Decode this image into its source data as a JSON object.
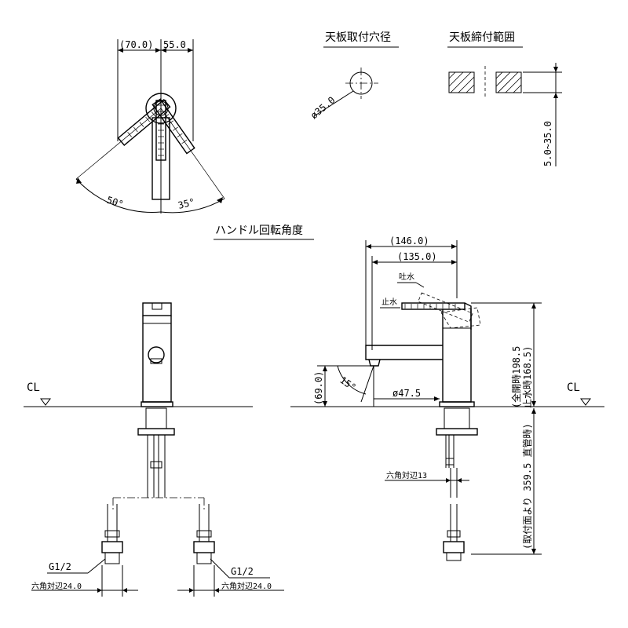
{
  "top_view": {
    "dim_left": "(70.0)",
    "dim_right": "55.0",
    "angle_left": "50°",
    "angle_right": "35°"
  },
  "hole": {
    "title": "天板取付穴径",
    "dia": "ø35.0"
  },
  "deck": {
    "title": "天板締付範囲",
    "range": "5.0~35.0"
  },
  "handle_angle_label": "ハンドル回転角度",
  "front_view": {
    "cl": "CL",
    "g_left": "G1/2",
    "g_right": "G1/2",
    "hex_left": "六角対辺24.0",
    "hex_right": "六角対辺24.0"
  },
  "side_view": {
    "dim_146": "(146.0)",
    "dim_135": "(135.0)",
    "water_out": "吐水",
    "water_stop": "止水",
    "open_height": "(全開時198.5",
    "stop_height": "止水時168.5)",
    "spout_height": "(69.0)",
    "angle_15": "15°",
    "base_dia": "ø47.5",
    "cl": "CL",
    "hex13": "六角対辺13",
    "length_label": "(取付面より 359.5 直管時)"
  }
}
